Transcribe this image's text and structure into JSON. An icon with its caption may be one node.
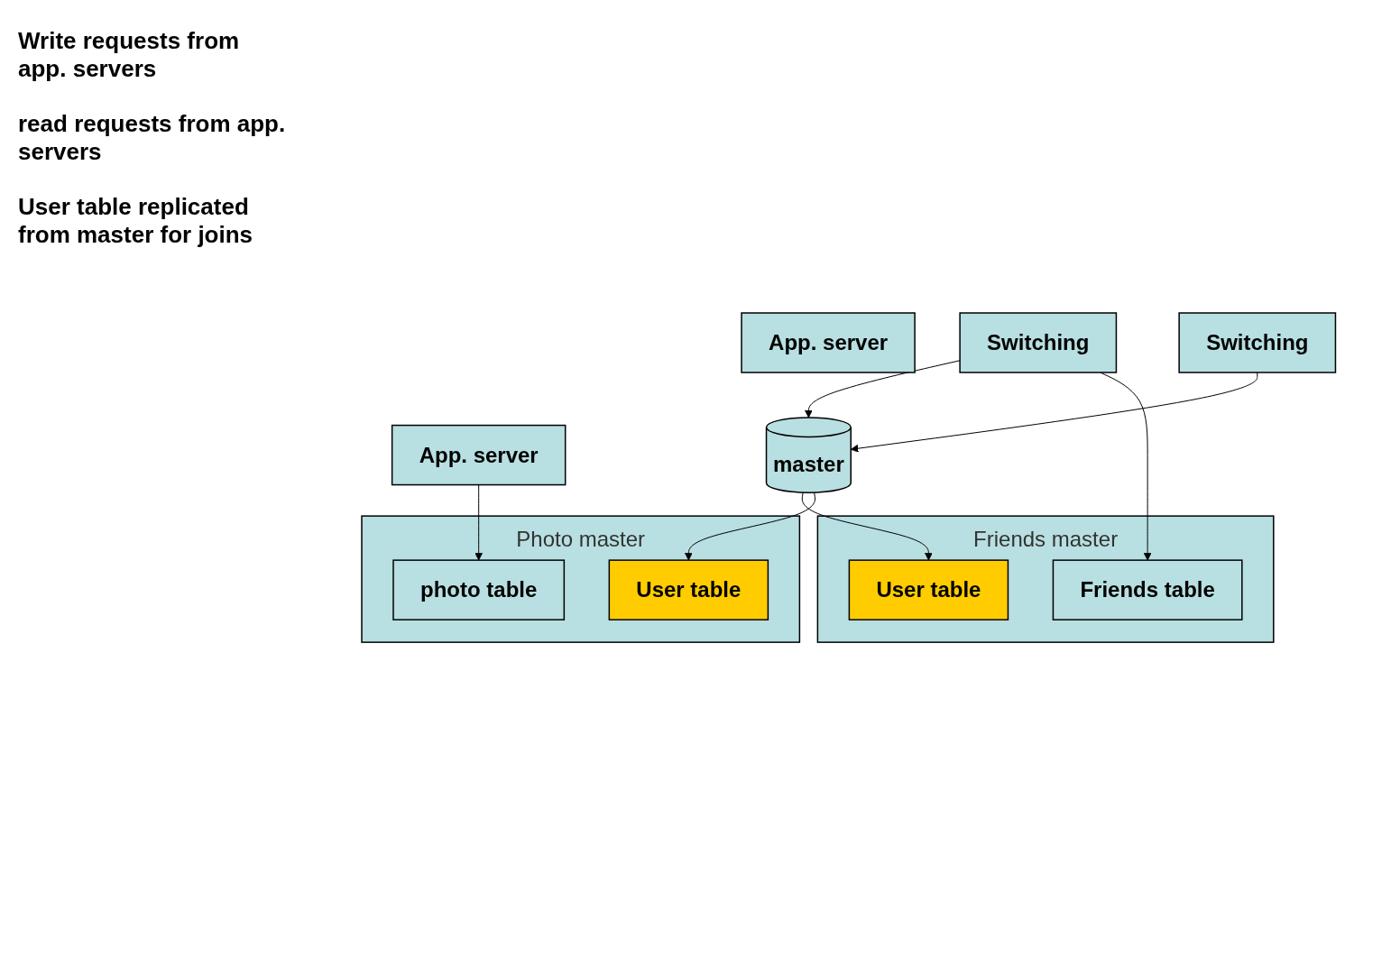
{
  "diagram": {
    "nodes": [
      {
        "text": [
          "App. server"
        ]
      },
      {
        "text": [
          "Switching"
        ]
      },
      {
        "text": [
          "App. server"
        ]
      },
      {
        "text": [
          "Switching"
        ]
      },
      {
        "text": [
          "master"
        ]
      },
      {
        "text": [
          "Friends master"
        ]
      },
      {
        "text": [
          "Friends table"
        ],
        "in": 5
      },
      {
        "text": [
          "User table"
        ],
        "in": 5
      },
      {
        "text": [
          "Photo master"
        ]
      },
      {
        "text": [
          "User table"
        ],
        "in": 8
      },
      {
        "text": [
          "photo table"
        ],
        "in": 8
      }
    ],
    "edges": [
      {
        "from": 1,
        "to": 4,
        "arrow": "to"
      },
      {
        "from": 3,
        "to": 4,
        "arrow": "to"
      },
      {
        "from": 4,
        "to": 7,
        "arrow": "to"
      },
      {
        "from": 4,
        "to": 9,
        "arrow": "to"
      },
      {
        "from": 1,
        "to": 6,
        "arrow": "to"
      },
      {
        "from": 2,
        "to": 10,
        "arrow": "to"
      }
    ],
    "labels": [
      "Write requests from app. servers",
      "read requests from app. servers",
      "User table replicated from master for joins"
    ]
  }
}
